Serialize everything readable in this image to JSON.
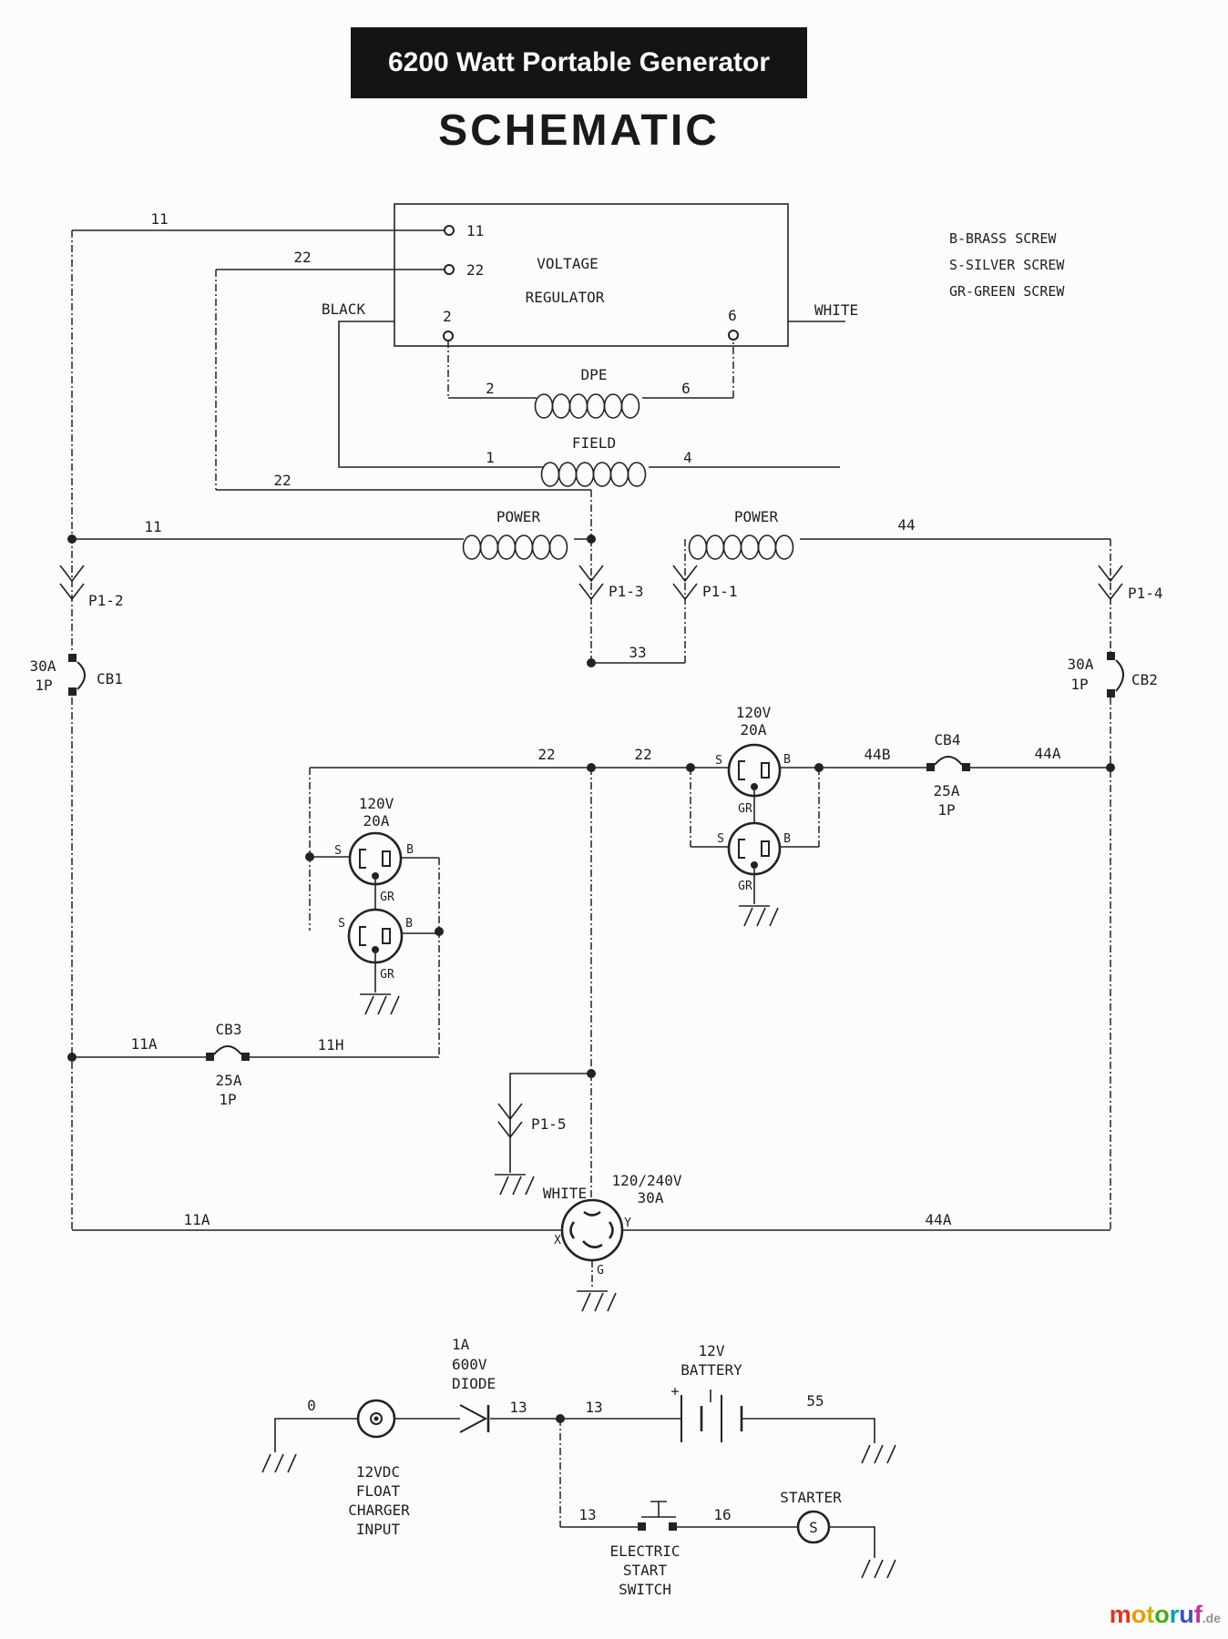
{
  "header": {
    "title": "6200 Watt Portable Generator",
    "subtitle": "SCHEMATIC"
  },
  "legend": {
    "b": "B-BRASS SCREW",
    "s": "S-SILVER SCREW",
    "gr": "GR-GREEN SCREW"
  },
  "regulator": {
    "name1": "VOLTAGE",
    "name2": "REGULATOR",
    "t11": "11",
    "t22": "22",
    "t2": "2",
    "t6": "6"
  },
  "windings": {
    "dpe": "DPE",
    "dpe_2": "2",
    "dpe_6": "6",
    "field": "FIELD",
    "field_1": "1",
    "field_4": "4",
    "power_left": "POWER",
    "power_right": "POWER"
  },
  "wire_labels": {
    "n11_top": "11",
    "n22_top": "22",
    "black": "BLACK",
    "white": "WHITE",
    "n22_mid": "22",
    "n11_mid": "11",
    "n44": "44",
    "n33": "33",
    "n22_a": "22",
    "n22_b": "22",
    "n44b": "44B",
    "n44a": "44A",
    "n11a": "11A",
    "n11h": "11H",
    "n11a_bottom": "11A",
    "n44a_bottom": "44A",
    "n0": "0",
    "n13_a": "13",
    "n13_b": "13",
    "n55": "55",
    "n13_c": "13",
    "n16": "16"
  },
  "plugs": {
    "p1_1": "P1-1",
    "p1_2": "P1-2",
    "p1_3": "P1-3",
    "p1_4": "P1-4",
    "p1_5": "P1-5"
  },
  "breakers": {
    "cb1": "CB1",
    "cb1_rating": "30A",
    "cb1_poles": "1P",
    "cb2": "CB2",
    "cb2_rating": "30A",
    "cb2_poles": "1P",
    "cb3": "CB3",
    "cb3_rating": "25A",
    "cb3_poles": "1P",
    "cb4": "CB4",
    "cb4_rating": "25A",
    "cb4_poles": "1P"
  },
  "receptacles": {
    "left": {
      "volts": "120V",
      "amps": "20A",
      "s": "S",
      "b": "B",
      "gr": "GR"
    },
    "right": {
      "volts": "120V",
      "amps": "20A",
      "s": "S",
      "b": "B",
      "gr": "GR"
    },
    "twistlock": {
      "volts": "120/240V",
      "amps": "30A",
      "x": "X",
      "y": "Y",
      "g": "G",
      "white": "WHITE"
    }
  },
  "dc": {
    "diode_1": "1A",
    "diode_2": "600V",
    "diode_3": "DIODE",
    "battery_v": "12V",
    "battery": "BATTERY",
    "plus": "+",
    "charger_1": "12VDC",
    "charger_2": "FLOAT",
    "charger_3": "CHARGER",
    "charger_4": "INPUT",
    "starter": "STARTER",
    "starter_s": "S",
    "switch_1": "ELECTRIC",
    "switch_2": "START",
    "switch_3": "SWITCH"
  },
  "watermark": {
    "letters": [
      [
        "m",
        "#e03222"
      ],
      [
        "o",
        "#f09600"
      ],
      [
        "t",
        "#c8b400"
      ],
      [
        "o",
        "#46a81c"
      ],
      [
        "r",
        "#00a0b4"
      ],
      [
        "u",
        "#3c50c8"
      ],
      [
        "f",
        "#c432a0"
      ]
    ],
    "suffix": ".de",
    "suffix_color": "#909090"
  }
}
